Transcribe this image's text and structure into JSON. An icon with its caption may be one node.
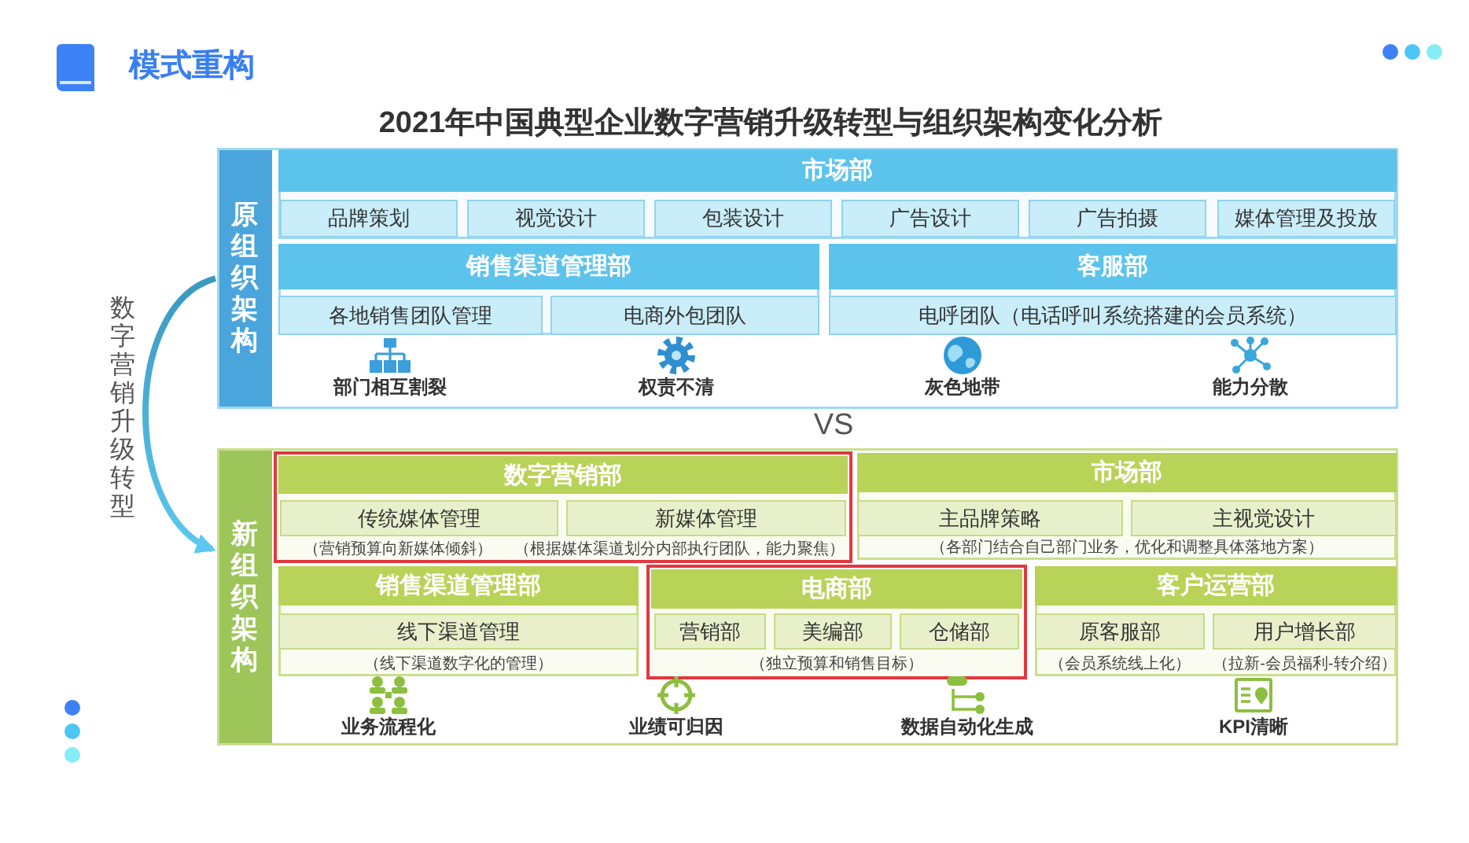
{
  "diagram": {
    "title": "2021年中国典型企业数字营销升级转型与组织架构变化分析",
    "nodes": [
      {
        "text": [
          "原组织架构"
        ]
      },
      {
        "text": [
          "市场部"
        ],
        "in": 0
      },
      {
        "text": [
          "品牌策划"
        ],
        "in": 1
      },
      {
        "text": [
          "视觉设计"
        ],
        "in": 1
      },
      {
        "text": [
          "包装设计"
        ],
        "in": 1
      },
      {
        "text": [
          "广告设计"
        ],
        "in": 1
      },
      {
        "text": [
          "广告拍摄"
        ],
        "in": 1
      },
      {
        "text": [
          "媒体管理及投放"
        ],
        "in": 1
      },
      {
        "text": [
          "销售渠道管理部"
        ],
        "in": 0
      },
      {
        "text": [
          "各地销售团队管理"
        ],
        "in": 8
      },
      {
        "text": [
          "电商外包团队"
        ],
        "in": 8
      },
      {
        "text": [
          "客服部"
        ],
        "in": 0
      },
      {
        "text": [
          "电呼团队（电话呼叫系统搭建的会员系统）"
        ],
        "in": 11
      },
      {
        "text": [
          "新组织架构"
        ]
      },
      {
        "text": [
          "数字营销部"
        ],
        "in": 13
      },
      {
        "text": [
          "传统媒体管理"
        ],
        "in": 14,
        "beside": [
          "（营销预算向新媒体倾斜）"
        ]
      },
      {
        "text": [
          "新媒体管理"
        ],
        "in": 14,
        "beside": [
          "（根据媒体渠道划分内部执行团队，能力聚焦）"
        ]
      },
      {
        "text": [
          "市场部",
          "（各部门结合自己部门业务，优化和调整具体落地方案）"
        ],
        "in": 13
      },
      {
        "text": [
          "主品牌策略"
        ],
        "in": 17
      },
      {
        "text": [
          "主视觉设计"
        ],
        "in": 17
      },
      {
        "text": [
          "销售渠道管理部"
        ],
        "in": 13
      },
      {
        "text": [
          "线下渠道管理"
        ],
        "in": 20,
        "beside": [
          "（线下渠道数字化的管理）"
        ]
      },
      {
        "text": [
          "电商部",
          "（独立预算和销售目标）"
        ],
        "in": 13
      },
      {
        "text": [
          "营销部"
        ],
        "in": 22
      },
      {
        "text": [
          "美编部"
        ],
        "in": 22
      },
      {
        "text": [
          "仓储部"
        ],
        "in": 22
      },
      {
        "text": [
          "客户运营部"
        ],
        "in": 13
      },
      {
        "text": [
          "原客服部"
        ],
        "in": 26,
        "beside": [
          "（会员系统线上化）"
        ]
      },
      {
        "text": [
          "用户增长部"
        ],
        "in": 26,
        "beside": [
          "（拉新-会员福利-转介绍）"
        ]
      }
    ],
    "edges": [
      {
        "from": 0,
        "to": 13,
        "arrow": "to",
        "label": "数字营销升级转型"
      }
    ],
    "labels": [
      "模式重构",
      "部门相互割裂",
      "权责不清",
      "灰色地带",
      "能力分散",
      "VS",
      "业务流程化",
      "业绩可归因",
      "数据自动化生成",
      "KPI清晰"
    ]
  }
}
